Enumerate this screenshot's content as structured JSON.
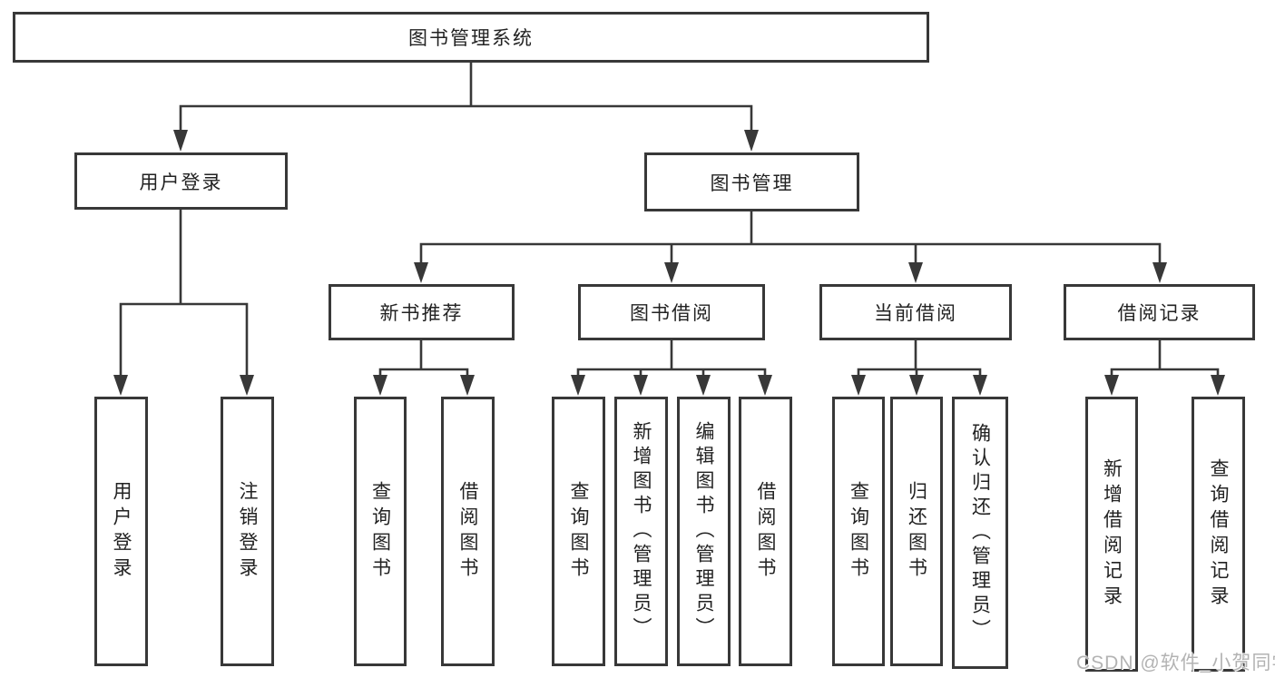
{
  "colors": {
    "line": "#383838",
    "box_border": "#383838",
    "text": "#222222",
    "background": "#ffffff",
    "watermark": "#b3b3b3"
  },
  "watermark": {
    "text": "CSDN @软件_小贺同学"
  },
  "tree": {
    "label": "图书管理系统",
    "children": [
      {
        "label": "用户登录",
        "children": [
          {
            "label": "用户登录"
          },
          {
            "label": "注销登录"
          }
        ]
      },
      {
        "label": "图书管理",
        "children": [
          {
            "label": "新书推荐",
            "children": [
              {
                "label": "查询图书"
              },
              {
                "label": "借阅图书"
              }
            ]
          },
          {
            "label": "图书借阅",
            "children": [
              {
                "label": "查询图书"
              },
              {
                "label": "新增图书（管理员）"
              },
              {
                "label": "编辑图书（管理员）"
              },
              {
                "label": "借阅图书"
              }
            ]
          },
          {
            "label": "当前借阅",
            "children": [
              {
                "label": "查询图书"
              },
              {
                "label": "归还图书"
              },
              {
                "label": "确认归还（管理员）"
              }
            ]
          },
          {
            "label": "借阅记录",
            "children": [
              {
                "label": "新增借阅记录"
              },
              {
                "label": "查询借阅记录"
              }
            ]
          }
        ]
      }
    ]
  }
}
